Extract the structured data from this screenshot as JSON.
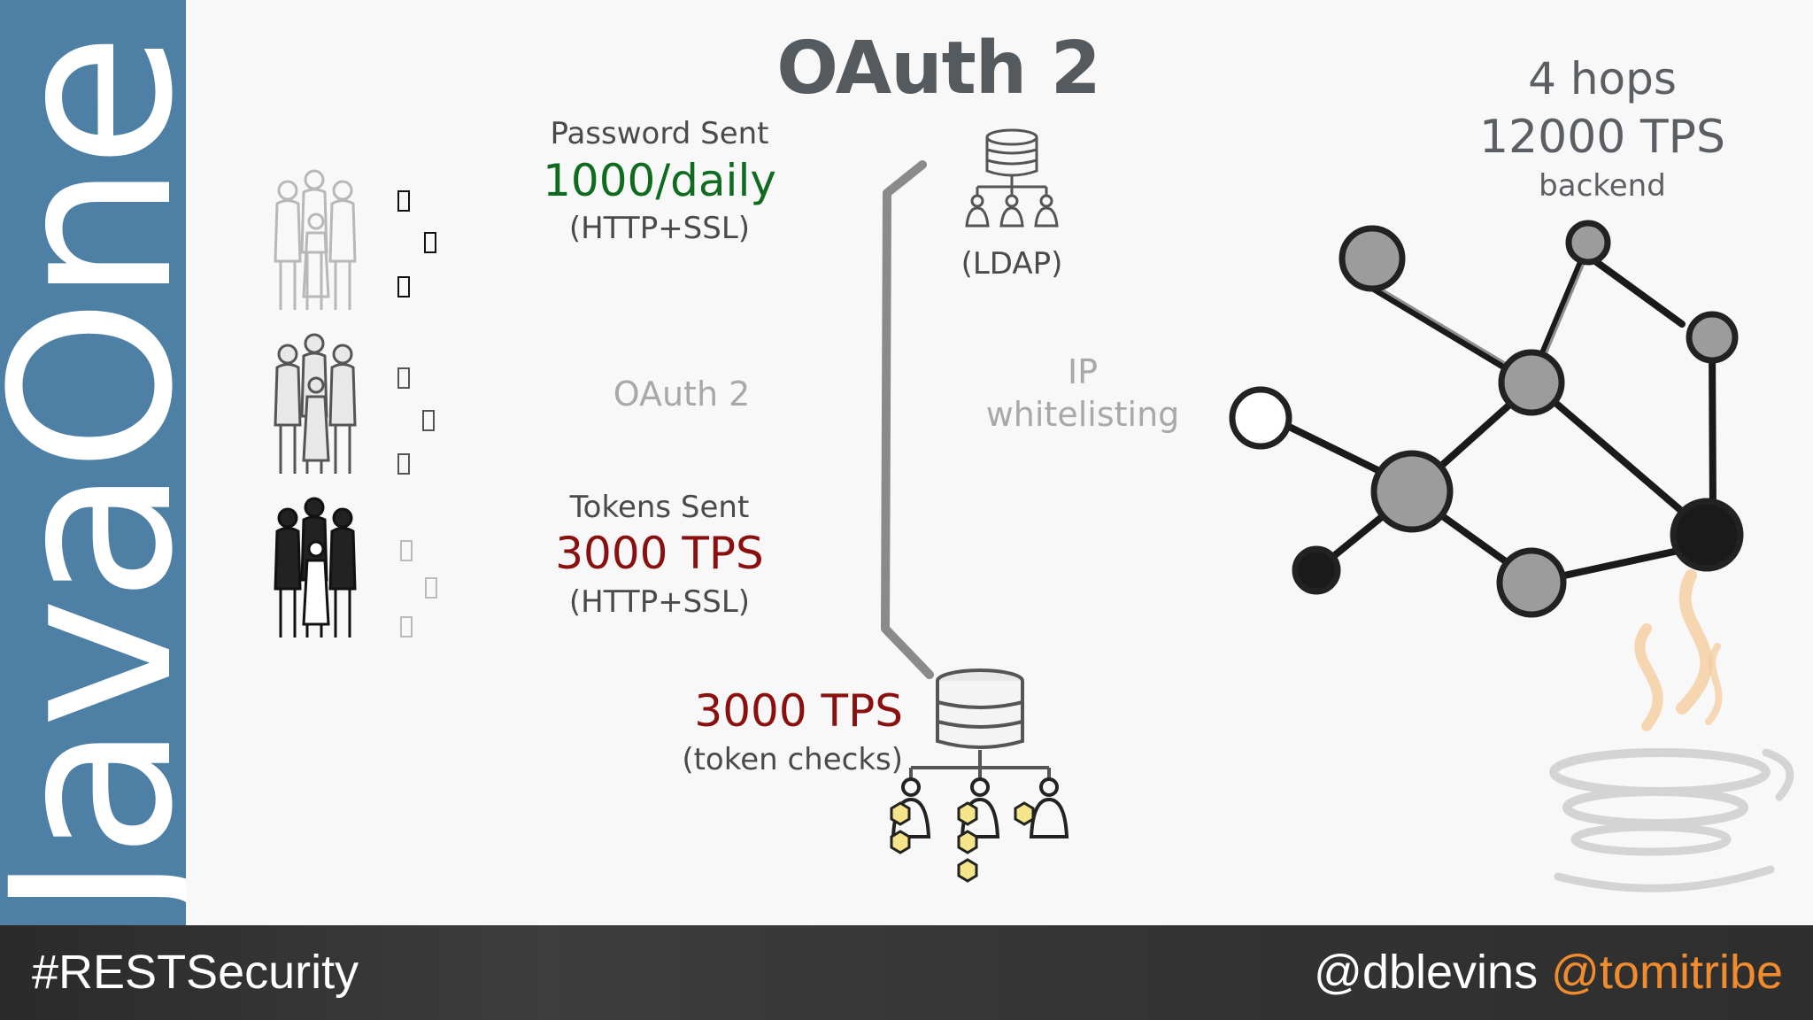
{
  "sidebar": {
    "brand": "JavaOne"
  },
  "slide": {
    "title": "OAuth 2"
  },
  "client": {
    "password_label": "Password Sent",
    "password_rate": "1000/daily",
    "password_protocol": "(HTTP+SSL)",
    "protocol_label": "OAuth 2",
    "tokens_label": "Tokens Sent",
    "tokens_rate": "3000 TPS",
    "tokens_protocol": "(HTTP+SSL)"
  },
  "ldap": {
    "label": "(LDAP)"
  },
  "gateway": {
    "label_line1": "IP",
    "label_line2": "whitelisting"
  },
  "token_store": {
    "rate": "3000 TPS",
    "label": "(token checks)"
  },
  "backend": {
    "hops": "4 hops",
    "rate": "12000 TPS",
    "label": "backend"
  },
  "footer": {
    "hashtag": "#RESTSecurity",
    "handle1": "@dblevins",
    "handle2": "@tomitribe"
  },
  "colors": {
    "sidebar": "#4e7fa4",
    "green": "#0f6b1f",
    "red": "#8a1010",
    "accent": "#f08c2e"
  },
  "icons": [
    "people-group-icon",
    "database-icon",
    "user-icon",
    "hexagon-token-icon",
    "network-graph-icon",
    "java-logo-icon"
  ]
}
